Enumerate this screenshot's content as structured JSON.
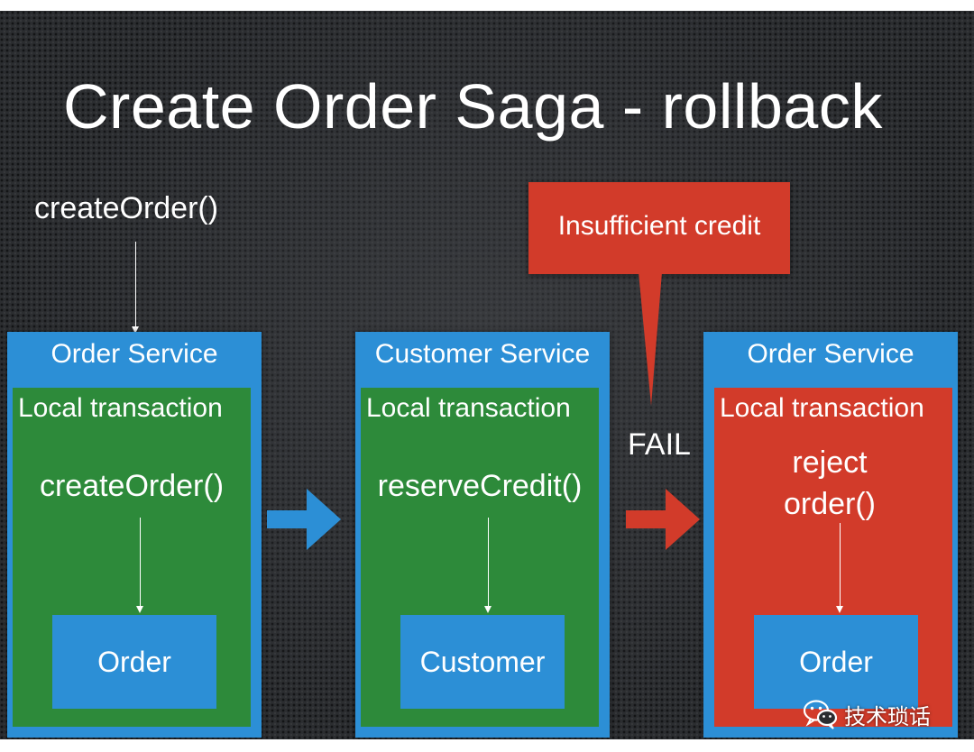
{
  "title": "Create Order Saga - rollback",
  "initial_call": "createOrder()",
  "colors": {
    "service_blue": "#2c8fd6",
    "tx_green": "#2d8a3a",
    "fail_red": "#d23b2a",
    "background": "#2b2d30"
  },
  "services": [
    {
      "title": "Order Service",
      "tx_label": "Local transaction",
      "method": "createOrder()",
      "entity": "Order",
      "status": "success"
    },
    {
      "title": "Customer Service",
      "tx_label": "Local transaction",
      "method": "reserveCredit()",
      "entity": "Customer",
      "status": "success"
    },
    {
      "title": "Order Service",
      "tx_label": "Local transaction",
      "method_line1": "reject",
      "method_line2": "order()",
      "entity": "Order",
      "status": "failure"
    }
  ],
  "callout": "Insufficient credit",
  "fail_label": "FAIL",
  "watermark": {
    "icon": "wechat-icon",
    "text": "技术琐话"
  }
}
